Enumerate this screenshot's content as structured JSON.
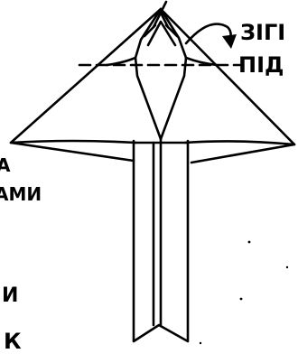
{
  "labels": {
    "top_right_line1": "ЗІГІ",
    "top_right_line2": "ПІД",
    "left_line1": "А",
    "left_line2": "АМИ",
    "left_line3": "И",
    "left_line4": "К"
  },
  "colors": {
    "ink": "#000000",
    "paper": "#ffffff"
  }
}
